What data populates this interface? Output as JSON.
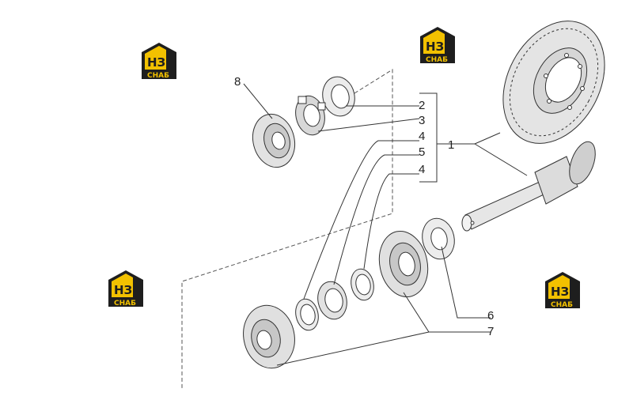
{
  "diagram": {
    "callouts": {
      "c1": "1",
      "c2": "2",
      "c3": "3",
      "c4a": "4",
      "c5": "5",
      "c4b": "4",
      "c6": "6",
      "c7": "7",
      "c8": "8"
    }
  },
  "logo": {
    "letters": "НЗ",
    "caption": "СНАБ",
    "colors": {
      "yellow": "#f2c100",
      "dark": "#1e1e1e"
    }
  },
  "colors": {
    "line": "#333333",
    "part_fill": "#e9e9e9",
    "part_dark": "#bdbdbd"
  }
}
